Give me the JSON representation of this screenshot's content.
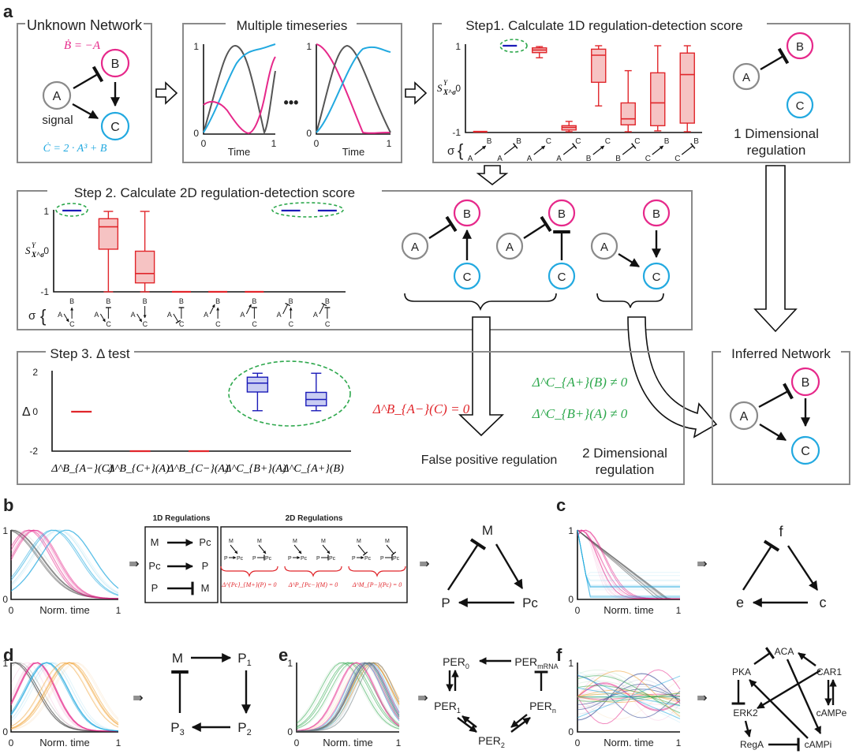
{
  "panel_letters": [
    "a",
    "b",
    "c",
    "d",
    "e",
    "f"
  ],
  "colors": {
    "magenta": "#e6288a",
    "cyan": "#22a9e0",
    "gray": "#555555",
    "red": "#e0262b",
    "red_fill": "#f6c3c3",
    "blue": "#1b1bb8",
    "blue_fill": "#c9cdf2",
    "green": "#2ea84d",
    "orange": "#f0a030",
    "dark_blue": "#2b3f8f",
    "purple": "#7a3fa0"
  },
  "a": {
    "unknown_network": {
      "title": "Unknown Network",
      "eq_b": "Ḃ = −A",
      "eq_c": "Ċ = 2 · A³ + B",
      "nodes": [
        "A",
        "B",
        "C"
      ],
      "signal_label": "signal"
    },
    "timeseries": {
      "title": "Multiple timeseries",
      "xlabel": "Time",
      "y_ticks": [
        "1",
        "0"
      ],
      "x_ticks": [
        "0",
        "1"
      ],
      "dots": "•••"
    },
    "step1": {
      "title": "Step1. Calculate 1D regulation-detection score",
      "ylabel": "S",
      "ylabel_sup": "Y",
      "ylabel_sub": "X^σ",
      "y_ticks": [
        "1",
        "0",
        "-1"
      ],
      "sigma": "σ",
      "brace": "{",
      "nodes": [
        "A",
        "B",
        "C"
      ],
      "regulation_label_1": "1 Dimensional",
      "regulation_label_2": "regulation",
      "sigma_pairs": [
        {
          "from": "A",
          "to": "B",
          "type": "act"
        },
        {
          "from": "A",
          "to": "B",
          "type": "rep"
        },
        {
          "from": "A",
          "to": "C",
          "type": "act"
        },
        {
          "from": "A",
          "to": "C",
          "type": "rep"
        },
        {
          "from": "B",
          "to": "C",
          "type": "act"
        },
        {
          "from": "B",
          "to": "C",
          "type": "rep"
        },
        {
          "from": "C",
          "to": "B",
          "type": "act"
        },
        {
          "from": "C",
          "to": "B",
          "type": "rep"
        }
      ]
    },
    "step2": {
      "title": "Step 2. Calculate 2D regulation-detection score",
      "ylabel": "S",
      "ylabel_sup": "Y",
      "ylabel_sub": "X^σ",
      "y_ticks": [
        "1",
        "0",
        "-1"
      ],
      "sigma": "σ",
      "brace": "{",
      "nodes": [
        "A",
        "B",
        "C"
      ]
    },
    "step3": {
      "title": "Step 3. Δ test",
      "ylabel": "Δ",
      "y_ticks": [
        "2",
        "0",
        "-2"
      ],
      "x_labels": [
        "Δ^B_{A−}(C)",
        "Δ^B_{C+}(A)",
        "Δ^B_{C−}(A)",
        "Δ^C_{B+}(A)",
        "Δ^C_{A+}(B)"
      ],
      "zero_eq": "Δ^B_{A−}(C) = 0",
      "nonzero_eq_1": "Δ^C_{A+}(B) ≠ 0",
      "nonzero_eq_2": "Δ^C_{B+}(A) ≠ 0",
      "false_positive": "False positive regulation",
      "twoD_1": "2 Dimensional",
      "twoD_2": "regulation"
    },
    "inferred": {
      "title": "Inferred Network",
      "nodes": [
        "A",
        "B",
        "C"
      ]
    }
  },
  "chart_data": [
    {
      "type": "boxplot",
      "title": "Step1. Calculate 1D regulation-detection score",
      "ylim": [
        -1,
        1
      ],
      "y_ticks": [
        1,
        0,
        -1
      ],
      "categories": [
        "A→B",
        "A⊣B",
        "A→C",
        "A⊣C",
        "B→C",
        "B⊣C",
        "C→B",
        "C⊣B"
      ],
      "boxes": [
        {
          "min": -1,
          "q1": -1,
          "median": -1,
          "q3": -1,
          "max": -1,
          "color": "red"
        },
        {
          "min": 1,
          "q1": 1,
          "median": 1,
          "q3": 1,
          "max": 1,
          "color": "blue",
          "highlighted": true
        },
        {
          "min": 0.72,
          "q1": 0.84,
          "median": 0.9,
          "q3": 0.95,
          "max": 0.98,
          "color": "red"
        },
        {
          "min": -1,
          "q1": -0.96,
          "median": -0.9,
          "q3": -0.86,
          "max": -0.76,
          "color": "red"
        },
        {
          "min": -0.4,
          "q1": 0.15,
          "median": 0.78,
          "q3": 0.92,
          "max": 1,
          "color": "red"
        },
        {
          "min": -1,
          "q1": -0.84,
          "median": -0.7,
          "q3": -0.33,
          "max": 0.42,
          "color": "red"
        },
        {
          "min": -0.98,
          "q1": -0.86,
          "median": -0.33,
          "q3": 0.37,
          "max": 1,
          "color": "red"
        },
        {
          "min": -1,
          "q1": -0.8,
          "median": 0.33,
          "q3": 0.83,
          "max": 1,
          "color": "red"
        }
      ]
    },
    {
      "type": "boxplot",
      "title": "Step 2. Calculate 2D regulation-detection score",
      "ylim": [
        -1,
        1
      ],
      "y_ticks": [
        1,
        0,
        -1
      ],
      "categories": [
        "A→C, C→B",
        "A→C, C⊣B",
        "A→C, B→C",
        "A⊣C, C⊣B",
        "A→B, C→B",
        "A→B, C⊣B",
        "A⊣B, C→B",
        "A⊣B, C⊣B"
      ],
      "boxes": [
        {
          "min": 1,
          "q1": 1,
          "median": 1,
          "q3": 1,
          "max": 1,
          "color": "blue",
          "highlighted": true
        },
        {
          "min": -1,
          "q1": 0.05,
          "median": 0.6,
          "q3": 0.8,
          "max": 0.98,
          "color": "red"
        },
        {
          "min": -1,
          "q1": -0.78,
          "median": -0.55,
          "q3": 0,
          "max": 0.98,
          "color": "red"
        },
        {
          "min": -1,
          "q1": -1,
          "median": -1,
          "q3": -1,
          "max": -1,
          "color": "red"
        },
        {
          "min": -1,
          "q1": -1,
          "median": -1,
          "q3": -1,
          "max": -1,
          "color": "red"
        },
        {
          "min": -1,
          "q1": -1,
          "median": -1,
          "q3": -1,
          "max": -1,
          "color": "red"
        },
        {
          "min": 1,
          "q1": 1,
          "median": 1,
          "q3": 1,
          "max": 1,
          "color": "blue",
          "highlighted": true
        },
        {
          "min": 1,
          "q1": 1,
          "median": 1,
          "q3": 1,
          "max": 1,
          "color": "blue",
          "highlighted": true
        }
      ]
    },
    {
      "type": "boxplot",
      "title": "Step 3. Δ test",
      "ylim": [
        -2,
        2
      ],
      "y_ticks": [
        2,
        0,
        -2
      ],
      "categories": [
        "Δ^B_{A−}(C)",
        "Δ^B_{C+}(A)",
        "Δ^B_{C−}(A)",
        "Δ^C_{B+}(A)",
        "Δ^C_{A+}(B)"
      ],
      "boxes": [
        {
          "min": 0,
          "q1": 0,
          "median": 0,
          "q3": 0,
          "max": 0,
          "color": "red"
        },
        {
          "min": -2,
          "q1": -2,
          "median": -2,
          "q3": -2,
          "max": -2,
          "color": "red"
        },
        {
          "min": -2,
          "q1": -2,
          "median": -2,
          "q3": -2,
          "max": -2,
          "color": "red"
        },
        {
          "min": 0.05,
          "q1": 1.0,
          "median": 1.45,
          "q3": 1.75,
          "max": 1.95,
          "color": "blue",
          "highlighted": true
        },
        {
          "min": 0.05,
          "q1": 0.3,
          "median": 0.62,
          "q3": 0.98,
          "max": 1.95,
          "color": "blue",
          "highlighted": true
        }
      ]
    }
  ],
  "b": {
    "xlabel": "Norm. time",
    "y_ticks": [
      "1",
      "0"
    ],
    "x_ticks": [
      "0",
      "1"
    ],
    "oneD_title": "1D Regulations",
    "twoD_title": "2D Regulations",
    "oneD_rows": [
      {
        "from": "M",
        "to": "Pc",
        "type": "act"
      },
      {
        "from": "Pc",
        "to": "P",
        "type": "act"
      },
      {
        "from": "P",
        "to": "M",
        "type": "rep"
      }
    ],
    "twoD_eqs": [
      "Δ^{Pc}_{M+}(P) = 0",
      "Δ^P_{Pc−}(M) = 0",
      "Δ^M_{P−}(Pc) = 0"
    ],
    "implies": "⇛",
    "net_nodes": [
      "M",
      "P",
      "Pc"
    ]
  },
  "c": {
    "xlabel": "Norm. time",
    "y_ticks": [
      "1",
      "0"
    ],
    "x_ticks": [
      "0",
      "1"
    ],
    "implies": "⇛",
    "net_nodes": [
      "f",
      "e",
      "c"
    ]
  },
  "d": {
    "xlabel": "Norm. time",
    "y_ticks": [
      "1",
      "0"
    ],
    "x_ticks": [
      "0",
      "1"
    ],
    "implies": "⇛",
    "net_nodes": [
      "M",
      "P1",
      "P2",
      "P3"
    ]
  },
  "e": {
    "xlabel": "Norm. time",
    "y_ticks": [
      "1",
      "0"
    ],
    "x_ticks": [
      "0",
      "1"
    ],
    "implies": "⇛",
    "net_nodes": [
      "PER0",
      "PERmRNA",
      "PER1",
      "PERn",
      "PER2"
    ]
  },
  "f": {
    "xlabel": "Norm. time",
    "y_ticks": [
      "1",
      "0"
    ],
    "x_ticks": [
      "0",
      "1"
    ],
    "implies": "⇛",
    "net_nodes": [
      "PKA",
      "ACA",
      "CAR1",
      "cAMPe",
      "ERK2",
      "RegA",
      "cAMPi"
    ]
  }
}
